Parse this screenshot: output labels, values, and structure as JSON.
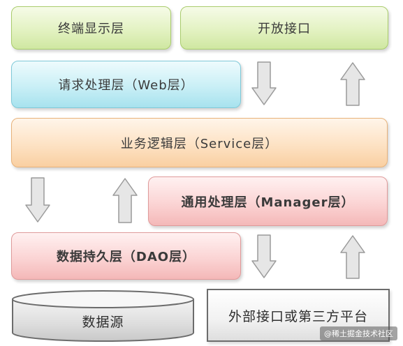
{
  "layers": {
    "terminal_display": "终端显示层",
    "open_interface": "开放接口",
    "request_processing": "请求处理层（Web层）",
    "business_logic": "业务逻辑层（Service层）",
    "general_processing": "通用处理层（Manager层）",
    "data_persistence": "数据持久层（DAO层）",
    "data_source": "数据源",
    "external_interface": "外部接口或第三方平台"
  },
  "colors": {
    "green": "#d8edb0",
    "blue": "#b8e9f2",
    "orange": "#fbd9b3",
    "pink": "#f8c6c6",
    "arrow_fill": "#e6e6e6",
    "arrow_stroke": "#9a9a9a"
  },
  "arrows": [
    {
      "id": "web-to-open",
      "direction": "down"
    },
    {
      "id": "service-to-open",
      "direction": "up"
    },
    {
      "id": "service-to-dao",
      "direction": "down"
    },
    {
      "id": "manager-to-service",
      "direction": "up"
    },
    {
      "id": "manager-to-external",
      "direction": "down"
    },
    {
      "id": "external-to-manager",
      "direction": "up"
    }
  ],
  "watermark": "@稀土掘金技术社区"
}
